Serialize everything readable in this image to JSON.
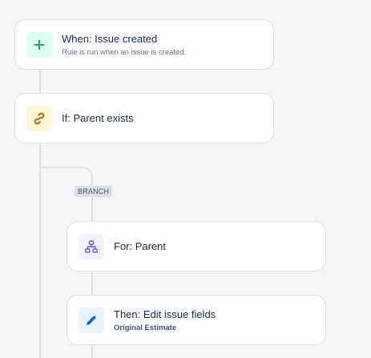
{
  "steps": {
    "trigger": {
      "title": "When: Issue created",
      "subtitle": "Rule is run when an issue is created.",
      "icon": "plus-icon",
      "icon_color": "#22a06b",
      "icon_bg": "#dcfff1"
    },
    "condition": {
      "title": "If: Parent exists",
      "icon": "link-icon",
      "icon_color": "#c25100",
      "icon_bg": "#fff7d6"
    },
    "branch_label": "BRANCH",
    "branch": {
      "title": "For: Parent",
      "icon": "hierarchy-icon",
      "icon_color": "#6e5dc6",
      "icon_bg": "#f3f0ff"
    },
    "action": {
      "title": "Then: Edit issue fields",
      "subtitle": "Original Estimate",
      "icon": "pencil-icon",
      "icon_color": "#0c66e4",
      "icon_bg": "#e9f2ff"
    }
  }
}
